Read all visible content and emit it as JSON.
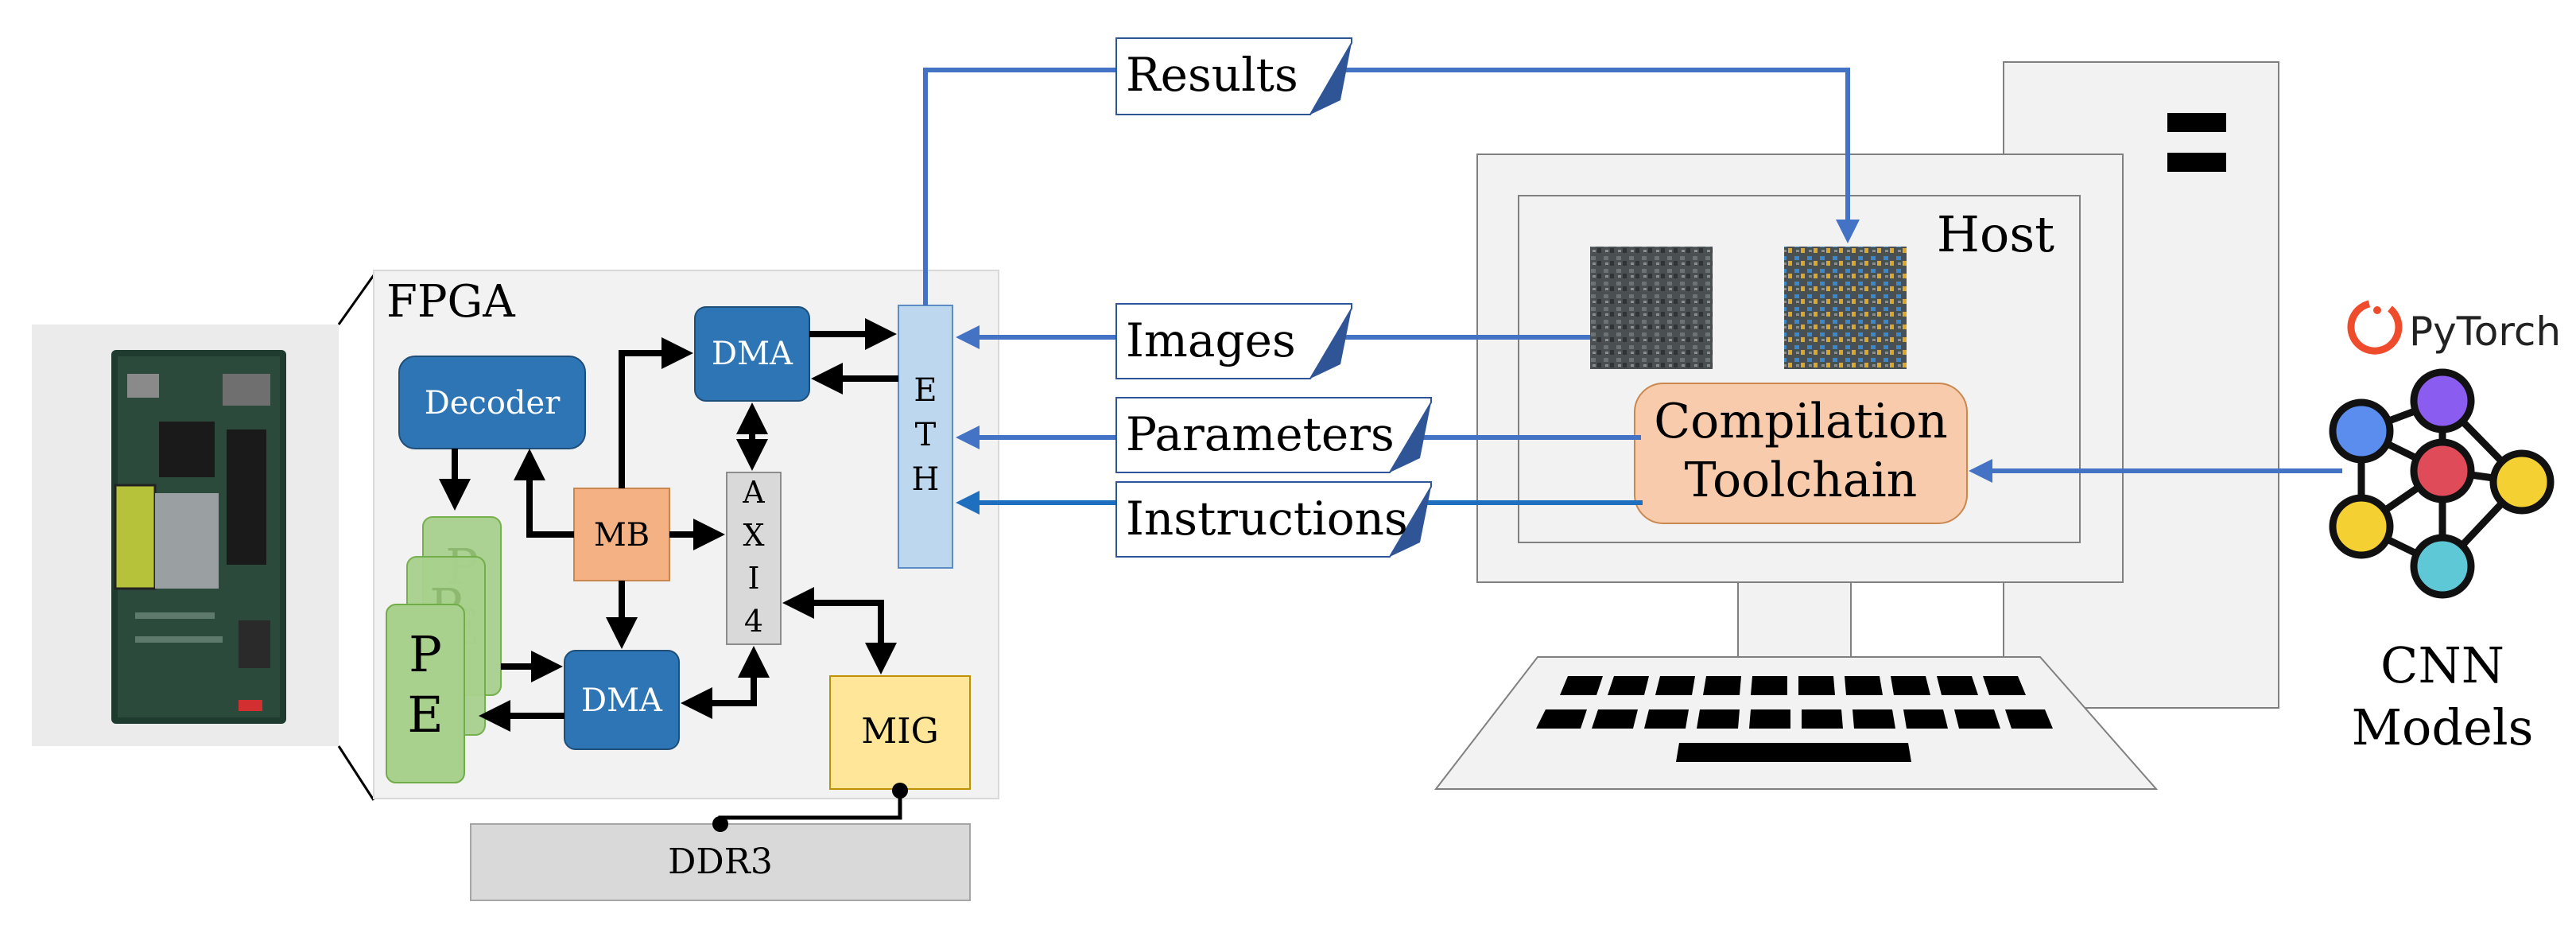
{
  "fpga": {
    "title": "FPGA",
    "decoder": "Decoder",
    "dma_top": "DMA",
    "dma_bottom": "DMA",
    "mb": "MB",
    "axi4": [
      "A",
      "X",
      "I",
      "4"
    ],
    "eth": [
      "E",
      "T",
      "H"
    ],
    "mig": "MIG",
    "pe_letters": [
      "P",
      "E"
    ],
    "ddr3": "DDR3"
  },
  "flows": {
    "results": "Results",
    "images": "Images",
    "parameters": "Parameters",
    "instructions": "Instructions"
  },
  "host": {
    "title": "Host",
    "toolchain_line1": "Compilation",
    "toolchain_line2": "Toolchain"
  },
  "framework": {
    "pytorch": "PyTorch",
    "models_line1": "CNN",
    "models_line2": "Models"
  },
  "colors": {
    "blue_block": "#2e75b6",
    "flow_arrow": "#4472c4",
    "eth": "#bdd7ee",
    "axi": "#d9d9d9",
    "mb": "#f4b183",
    "mig": "#ffe699",
    "pe": "#a9d18e",
    "toolchain": "#f8cbad",
    "pytorch": "#ee4c2c"
  }
}
